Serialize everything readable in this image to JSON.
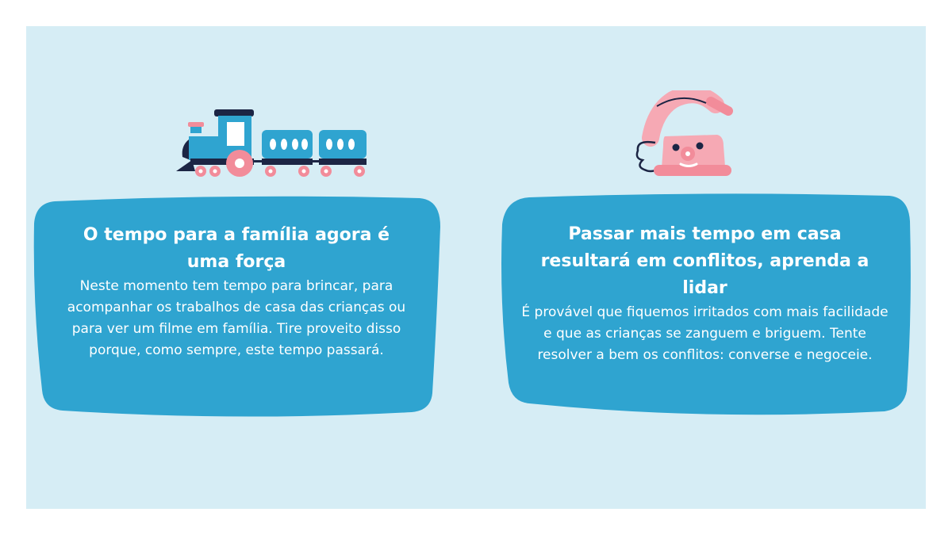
{
  "colors": {
    "background": "#d6edf5",
    "card": "#2fa4d0",
    "card_text": "#ffffff",
    "train_blue": "#2fa4d0",
    "train_dark": "#1c2544",
    "accent_pink": "#f28c9a"
  },
  "icons": {
    "left": "toy-train-icon",
    "right": "telephone-icon"
  },
  "cards": [
    {
      "title": "O tempo para a família agora é uma força",
      "body": "Neste momento tem tempo para brincar, para acompanhar os trabalhos de casa das crianças ou para ver um filme em família. Tire proveito disso porque, como sempre, este tempo passará."
    },
    {
      "title": "Passar mais tempo em casa resultará em conflitos, aprenda a lidar",
      "body": "É provável que fiquemos irritados com mais facilidade e que as crianças se zanguem e briguem. Tente resolver a bem os conflitos: converse e negoceie."
    }
  ]
}
